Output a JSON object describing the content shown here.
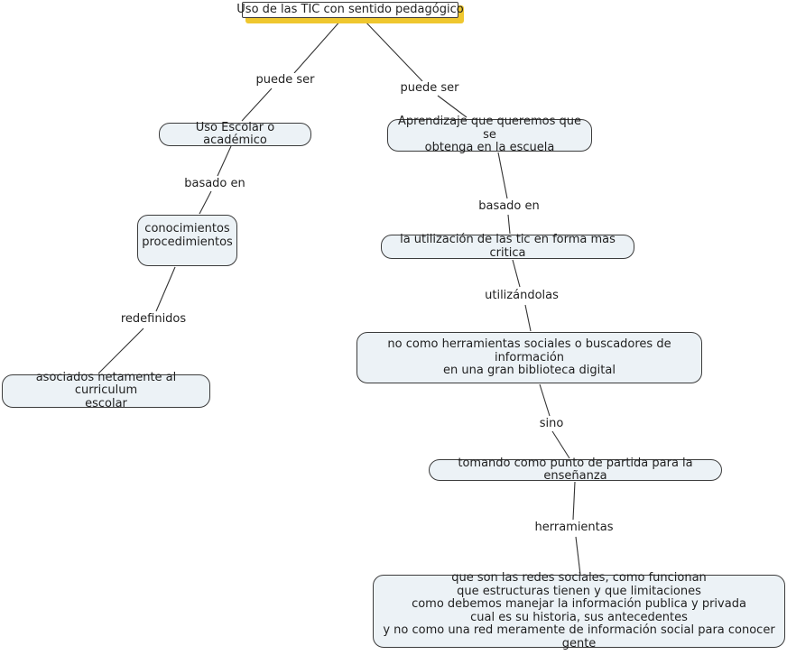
{
  "map": {
    "root": {
      "text": "Uso de las TIC con sentido pedagógico"
    },
    "concepts": [
      {
        "id": "uso-escolar",
        "text": "Uso Escolar o académico"
      },
      {
        "id": "aprendizaje",
        "text": "Aprendizaje que queremos que se\nobtenga en la escuela"
      },
      {
        "id": "conocimientos",
        "text": "conocimientos\nprocedimientos"
      },
      {
        "id": "asociados",
        "text": "asociados netamente al curriculum\nescolar"
      },
      {
        "id": "utilizacion",
        "text": "la utilización de las tic en forma mas critica"
      },
      {
        "id": "no-como",
        "text": "no como herramientas sociales o buscadores de información\nen una gran biblioteca digital"
      },
      {
        "id": "tomando",
        "text": "tomando como punto de partida para la enseñanza"
      },
      {
        "id": "que-son",
        "text": "que son las  redes sociales, como funcionan\nque estructuras tienen y que limitaciones\ncomo debemos manejar la información publica y privada\ncual es su historia, sus antecedentes\ny no como una red meramente de información social para conocer gente"
      }
    ],
    "linking_phrases": [
      {
        "id": "puede-ser-1",
        "text": "puede ser"
      },
      {
        "id": "puede-ser-2",
        "text": "puede ser"
      },
      {
        "id": "basado-en-1",
        "text": "basado en"
      },
      {
        "id": "redefinidos",
        "text": "redefinidos"
      },
      {
        "id": "basado-en-2",
        "text": "basado en"
      },
      {
        "id": "utilizandolas",
        "text": "utilizándolas"
      },
      {
        "id": "sino",
        "text": "sino"
      },
      {
        "id": "herramientas",
        "text": "herramientas"
      }
    ],
    "colors": {
      "node_fill": "#ecf2f6",
      "node_border": "#3c3c3c",
      "root_fill": "#ffffff",
      "selection_highlight": "#efc72f",
      "connector": "#333333",
      "text": "#1f1f1f",
      "background": "#ffffff"
    }
  }
}
